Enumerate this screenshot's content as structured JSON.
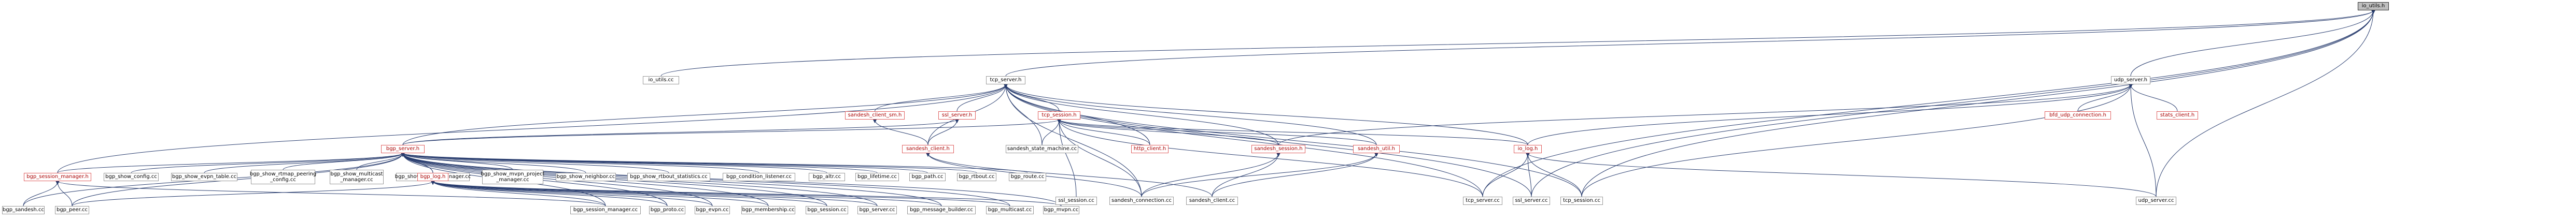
{
  "nodes": [
    {
      "id": "io_utils_h",
      "label": "io_utils.h",
      "root": true
    },
    {
      "id": "io_utils_cc",
      "label": "io_utils.cc"
    },
    {
      "id": "tcp_server_h",
      "label": "tcp_server.h"
    },
    {
      "id": "udp_server_h",
      "label": "udp_server.h"
    },
    {
      "id": "sandesh_client_sm_h",
      "label": "sandesh_client_sm.h",
      "red": true
    },
    {
      "id": "ssl_server_h",
      "label": "ssl_server.h",
      "red": true
    },
    {
      "id": "tcp_session_h",
      "label": "tcp_session.h",
      "red": true
    },
    {
      "id": "bfd_udp_connection_h",
      "label": "bfd_udp_connection.h",
      "red": true
    },
    {
      "id": "stats_client_h",
      "label": "stats_client.h",
      "red": true
    },
    {
      "id": "bgp_server_h",
      "label": "bgp_server.h",
      "red": true
    },
    {
      "id": "sandesh_client_h",
      "label": "sandesh_client.h",
      "red": true
    },
    {
      "id": "sandesh_state_machine_cc",
      "label": "sandesh_state_machine.cc"
    },
    {
      "id": "http_client_h",
      "label": "http_client.h",
      "red": true
    },
    {
      "id": "sandesh_session_h",
      "label": "sandesh_session.h",
      "red": true
    },
    {
      "id": "sandesh_util_h",
      "label": "sandesh_util.h",
      "red": true
    },
    {
      "id": "io_log_h",
      "label": "io_log.h",
      "red": true
    },
    {
      "id": "bgp_session_manager_h",
      "label": "bgp_session_manager.h",
      "red": true
    },
    {
      "id": "bgp_show_config_cc",
      "label": "bgp_show_config.cc"
    },
    {
      "id": "bgp_show_evpn_table_cc",
      "label": "bgp_show_evpn_table.cc"
    },
    {
      "id": "bgp_show_rtmap_peering_config_cc",
      "label": "bgp_show_rtmap_peering\n_config.cc"
    },
    {
      "id": "bgp_show_multicast_manager_cc",
      "label": "bgp_show_multicast\n_manager.cc"
    },
    {
      "id": "bgp_show_mvpn_manager_cc",
      "label": "bgp_show_mvpn_manager.cc"
    },
    {
      "id": "bgp_show_mvpn_project_manager_cc",
      "label": "bgp_show_mvpn_project\n_manager.cc"
    },
    {
      "id": "bgp_show_neighbor_cc",
      "label": "bgp_show_neighbor.cc"
    },
    {
      "id": "bgp_show_rtbout_statistics_cc",
      "label": "bgp_show_rtbout_statistics.cc"
    },
    {
      "id": "bgp_condition_listener_cc",
      "label": "bgp_condition_listener.cc"
    },
    {
      "id": "bgp_log_h",
      "label": "bgp_log.h",
      "red": true
    },
    {
      "id": "bgp_altr_cc",
      "label": "bgp_altr.cc"
    },
    {
      "id": "bgp_lifetime_cc",
      "label": "bgp_lifetime.cc"
    },
    {
      "id": "bgp_path_cc",
      "label": "bgp_path.cc"
    },
    {
      "id": "bgp_rtbout_cc",
      "label": "bgp_rtbout.cc"
    },
    {
      "id": "bgp_route_cc",
      "label": "bgp_route.cc"
    },
    {
      "id": "ssl_session_cc",
      "label": "ssl_session.cc"
    },
    {
      "id": "sandesh_connection_cc",
      "label": "sandesh_connection.cc"
    },
    {
      "id": "sandesh_client_cc",
      "label": "sandesh_client.cc"
    },
    {
      "id": "tcp_server_cc",
      "label": "tcp_server.cc"
    },
    {
      "id": "ssl_server_cc",
      "label": "ssl_server.cc"
    },
    {
      "id": "tcp_session_cc",
      "label": "tcp_session.cc"
    },
    {
      "id": "udp_server_cc",
      "label": "udp_server.cc"
    },
    {
      "id": "bgp_sandesh_cc",
      "label": "bgp_sandesh.cc"
    },
    {
      "id": "bgp_peer_cc",
      "label": "bgp_peer.cc"
    },
    {
      "id": "bgp_session_manager_cc",
      "label": "bgp_session_manager.cc"
    },
    {
      "id": "bgp_proto_cc",
      "label": "bgp_proto.cc"
    },
    {
      "id": "bgp_evpn_cc",
      "label": "bgp_evpn.cc"
    },
    {
      "id": "bgp_membership_cc",
      "label": "bgp_membership.cc"
    },
    {
      "id": "bgp_session_cc",
      "label": "bgp_session.cc"
    },
    {
      "id": "bgp_server_cc",
      "label": "bgp_server.cc"
    },
    {
      "id": "bgp_message_builder_cc",
      "label": "bgp_message_builder.cc"
    },
    {
      "id": "bgp_multicast_cc",
      "label": "bgp_multicast.cc"
    },
    {
      "id": "bgp_mvpn_cc",
      "label": "bgp_mvpn.cc"
    }
  ],
  "edges": [
    [
      "io_utils_h",
      "io_utils_cc"
    ],
    [
      "io_utils_h",
      "tcp_server_h"
    ],
    [
      "io_utils_h",
      "udp_server_h"
    ],
    [
      "io_utils_h",
      "tcp_server_cc"
    ],
    [
      "io_utils_h",
      "ssl_server_cc"
    ],
    [
      "io_utils_h",
      "tcp_session_cc"
    ],
    [
      "io_utils_h",
      "udp_server_cc"
    ],
    [
      "tcp_server_h",
      "sandesh_client_sm_h"
    ],
    [
      "tcp_server_h",
      "ssl_server_h"
    ],
    [
      "tcp_server_h",
      "tcp_session_h"
    ],
    [
      "tcp_server_h",
      "bgp_server_h"
    ],
    [
      "tcp_server_h",
      "sandesh_client_h"
    ],
    [
      "tcp_server_h",
      "sandesh_state_machine_cc"
    ],
    [
      "tcp_server_h",
      "http_client_h"
    ],
    [
      "tcp_server_h",
      "sandesh_session_h"
    ],
    [
      "tcp_server_h",
      "sandesh_util_h"
    ],
    [
      "tcp_server_h",
      "io_log_h"
    ],
    [
      "tcp_server_h",
      "bgp_session_manager_h"
    ],
    [
      "tcp_server_h",
      "sandesh_connection_cc"
    ],
    [
      "tcp_server_h",
      "tcp_server_cc"
    ],
    [
      "tcp_server_h",
      "tcp_session_cc"
    ],
    [
      "tcp_server_h",
      "ssl_server_cc"
    ],
    [
      "udp_server_h",
      "bfd_udp_connection_h"
    ],
    [
      "udp_server_h",
      "stats_client_h"
    ],
    [
      "udp_server_h",
      "udp_server_cc"
    ],
    [
      "udp_server_h",
      "sandesh_session_h"
    ],
    [
      "udp_server_h",
      "io_log_h"
    ],
    [
      "udp_server_h",
      "tcp_session_cc"
    ],
    [
      "sandesh_client_sm_h",
      "sandesh_client_h"
    ],
    [
      "ssl_server_h",
      "sandesh_client_h"
    ],
    [
      "ssl_server_h",
      "bgp_server_h"
    ],
    [
      "tcp_session_h",
      "sandesh_state_machine_cc"
    ],
    [
      "tcp_session_h",
      "http_client_h"
    ],
    [
      "tcp_session_h",
      "sandesh_session_h"
    ],
    [
      "tcp_session_h",
      "sandesh_util_h"
    ],
    [
      "tcp_session_h",
      "io_log_h"
    ],
    [
      "tcp_session_h",
      "bgp_server_h"
    ],
    [
      "tcp_session_h",
      "sandesh_connection_cc"
    ],
    [
      "tcp_session_h",
      "ssl_session_cc"
    ],
    [
      "tcp_session_h",
      "tcp_server_cc"
    ],
    [
      "sandesh_client_h",
      "sandesh_client_cc"
    ],
    [
      "sandesh_client_h",
      "sandesh_connection_cc"
    ],
    [
      "sandesh_session_h",
      "sandesh_client_cc"
    ],
    [
      "sandesh_session_h",
      "sandesh_connection_cc"
    ],
    [
      "sandesh_util_h",
      "sandesh_client_cc"
    ],
    [
      "sandesh_util_h",
      "sandesh_connection_cc"
    ],
    [
      "io_log_h",
      "tcp_server_cc"
    ],
    [
      "io_log_h",
      "ssl_server_cc"
    ],
    [
      "io_log_h",
      "tcp_session_cc"
    ],
    [
      "io_log_h",
      "udp_server_cc"
    ],
    [
      "bgp_server_h",
      "bgp_session_manager_h"
    ],
    [
      "bgp_server_h",
      "bgp_show_config_cc"
    ],
    [
      "bgp_server_h",
      "bgp_show_evpn_table_cc"
    ],
    [
      "bgp_server_h",
      "bgp_show_rtmap_peering_config_cc"
    ],
    [
      "bgp_server_h",
      "bgp_show_multicast_manager_cc"
    ],
    [
      "bgp_server_h",
      "bgp_show_mvpn_manager_cc"
    ],
    [
      "bgp_server_h",
      "bgp_show_mvpn_project_manager_cc"
    ],
    [
      "bgp_server_h",
      "bgp_show_neighbor_cc"
    ],
    [
      "bgp_server_h",
      "bgp_show_rtbout_statistics_cc"
    ],
    [
      "bgp_server_h",
      "bgp_condition_listener_cc"
    ],
    [
      "bgp_server_h",
      "bgp_log_h"
    ],
    [
      "bgp_server_h",
      "bgp_altr_cc"
    ],
    [
      "bgp_server_h",
      "bgp_lifetime_cc"
    ],
    [
      "bgp_server_h",
      "bgp_path_cc"
    ],
    [
      "bgp_server_h",
      "bgp_rtbout_cc"
    ],
    [
      "bgp_server_h",
      "bgp_route_cc"
    ],
    [
      "bgp_server_h",
      "bgp_sandesh_cc"
    ],
    [
      "bgp_server_h",
      "bgp_peer_cc"
    ],
    [
      "bgp_server_h",
      "bgp_session_manager_cc"
    ],
    [
      "bgp_server_h",
      "bgp_proto_cc"
    ],
    [
      "bgp_server_h",
      "bgp_evpn_cc"
    ],
    [
      "bgp_server_h",
      "bgp_membership_cc"
    ],
    [
      "bgp_server_h",
      "bgp_session_cc"
    ],
    [
      "bgp_server_h",
      "bgp_server_cc"
    ],
    [
      "bgp_server_h",
      "bgp_message_builder_cc"
    ],
    [
      "bgp_server_h",
      "bgp_multicast_cc"
    ],
    [
      "bgp_server_h",
      "bgp_mvpn_cc"
    ],
    [
      "bgp_session_manager_h",
      "bgp_sandesh_cc"
    ],
    [
      "bgp_session_manager_h",
      "bgp_peer_cc"
    ],
    [
      "bgp_session_manager_h",
      "bgp_session_manager_cc"
    ],
    [
      "bgp_log_h",
      "bgp_peer_cc"
    ],
    [
      "bgp_log_h",
      "bgp_session_manager_cc"
    ],
    [
      "bgp_log_h",
      "bgp_proto_cc"
    ],
    [
      "bgp_log_h",
      "bgp_evpn_cc"
    ],
    [
      "bgp_log_h",
      "bgp_membership_cc"
    ],
    [
      "bgp_log_h",
      "bgp_session_cc"
    ],
    [
      "bgp_log_h",
      "bgp_server_cc"
    ],
    [
      "bgp_log_h",
      "bgp_message_builder_cc"
    ],
    [
      "bgp_log_h",
      "bgp_multicast_cc"
    ],
    [
      "bgp_log_h",
      "bgp_mvpn_cc"
    ]
  ]
}
